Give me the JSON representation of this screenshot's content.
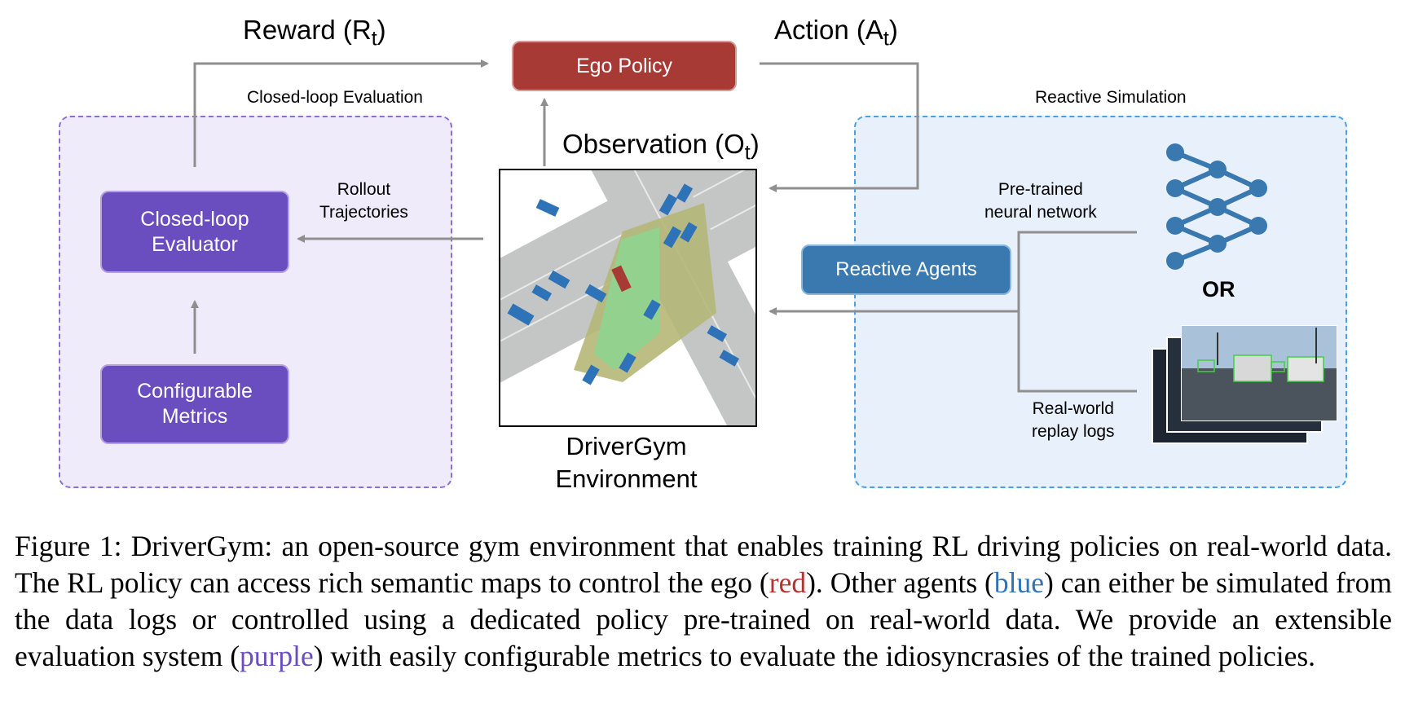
{
  "diagram": {
    "reward_label": "Reward (R",
    "reward_sub": "t",
    "action_label": "Action (A",
    "action_sub": "t",
    "observation_label": "Observation (O",
    "observation_sub": "t",
    "ego_policy": "Ego Policy",
    "closed_loop_panel_title": "Closed-loop Evaluation",
    "reactive_panel_title": "Reactive Simulation",
    "evaluator_line1": "Closed-loop",
    "evaluator_line2": "Evaluator",
    "metrics_line1": "Configurable",
    "metrics_line2": "Metrics",
    "rollout_line1": "Rollout",
    "rollout_line2": "Trajectories",
    "env_line1": "DriverGym",
    "env_line2": "Environment",
    "reactive_agents": "Reactive Agents",
    "pretrained_line1": "Pre-trained",
    "pretrained_line2": "neural network",
    "or_label": "OR",
    "realworld_line1": "Real-world",
    "realworld_line2": "replay logs"
  },
  "colors": {
    "ego_red": "#a83a36",
    "agent_blue": "#2e73b8",
    "eval_purple": "#6a4ec0",
    "reactive_box": "#3a78b0",
    "arrow_gray": "#8f8f8f"
  },
  "caption": {
    "p1": "Figure 1: DriverGym: an open-source gym environment that enables training RL driving policies on real-world data. The RL policy can access rich semantic maps to control the ego (",
    "red_word": "red",
    "p2": "). Other agents (",
    "blue_word": "blue",
    "p3": ") can either be simulated from the data logs or controlled using a dedicated policy pre-trained on real-world data. We provide an extensible evaluation system (",
    "purple_word": "purple",
    "p4": ") with easily configurable metrics to evaluate the idiosyncrasies of the trained policies."
  }
}
